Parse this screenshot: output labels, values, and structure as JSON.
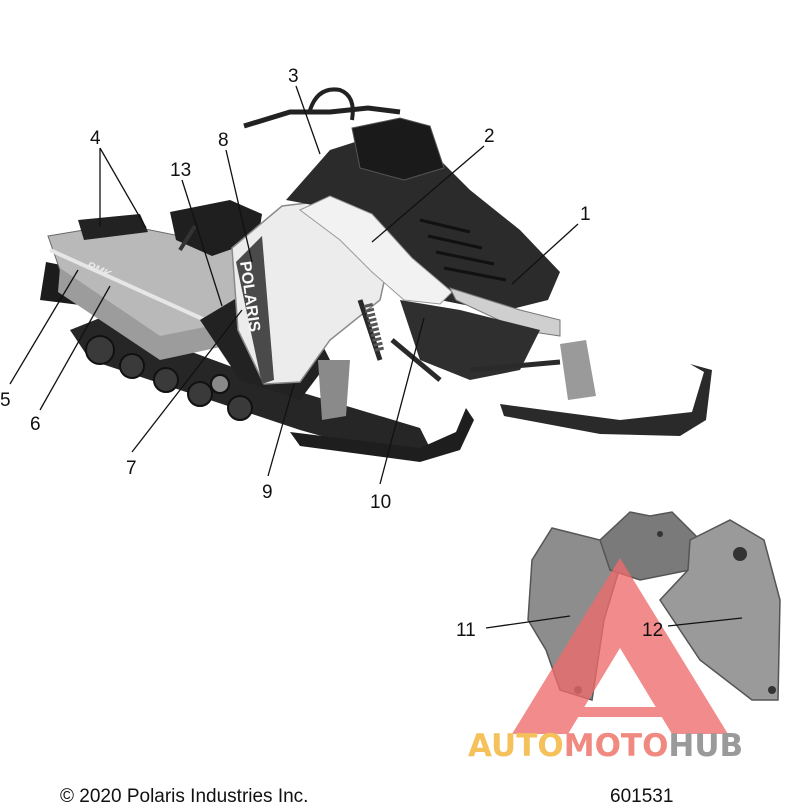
{
  "callouts": {
    "c1": "1",
    "c2": "2",
    "c3": "3",
    "c4": "4",
    "c5": "5",
    "c6": "6",
    "c7": "7",
    "c8": "8",
    "c9": "9",
    "c10": "10",
    "c11": "11",
    "c12": "12",
    "c13": "13"
  },
  "decals": {
    "hood_brand": "POLARIS",
    "tunnel_model": "RMK"
  },
  "watermark": {
    "part_auto": "AUTO",
    "part_moto": "MOTO",
    "part_hub": "HUB",
    "colors": {
      "auto": "#f4c15a",
      "moto": "#f08a80",
      "hub": "#9a9a9a",
      "triangle": "#ef6b6b"
    }
  },
  "footer": {
    "copyright": "© 2020 Polaris Industries Inc.",
    "drawing_number": "601531"
  }
}
